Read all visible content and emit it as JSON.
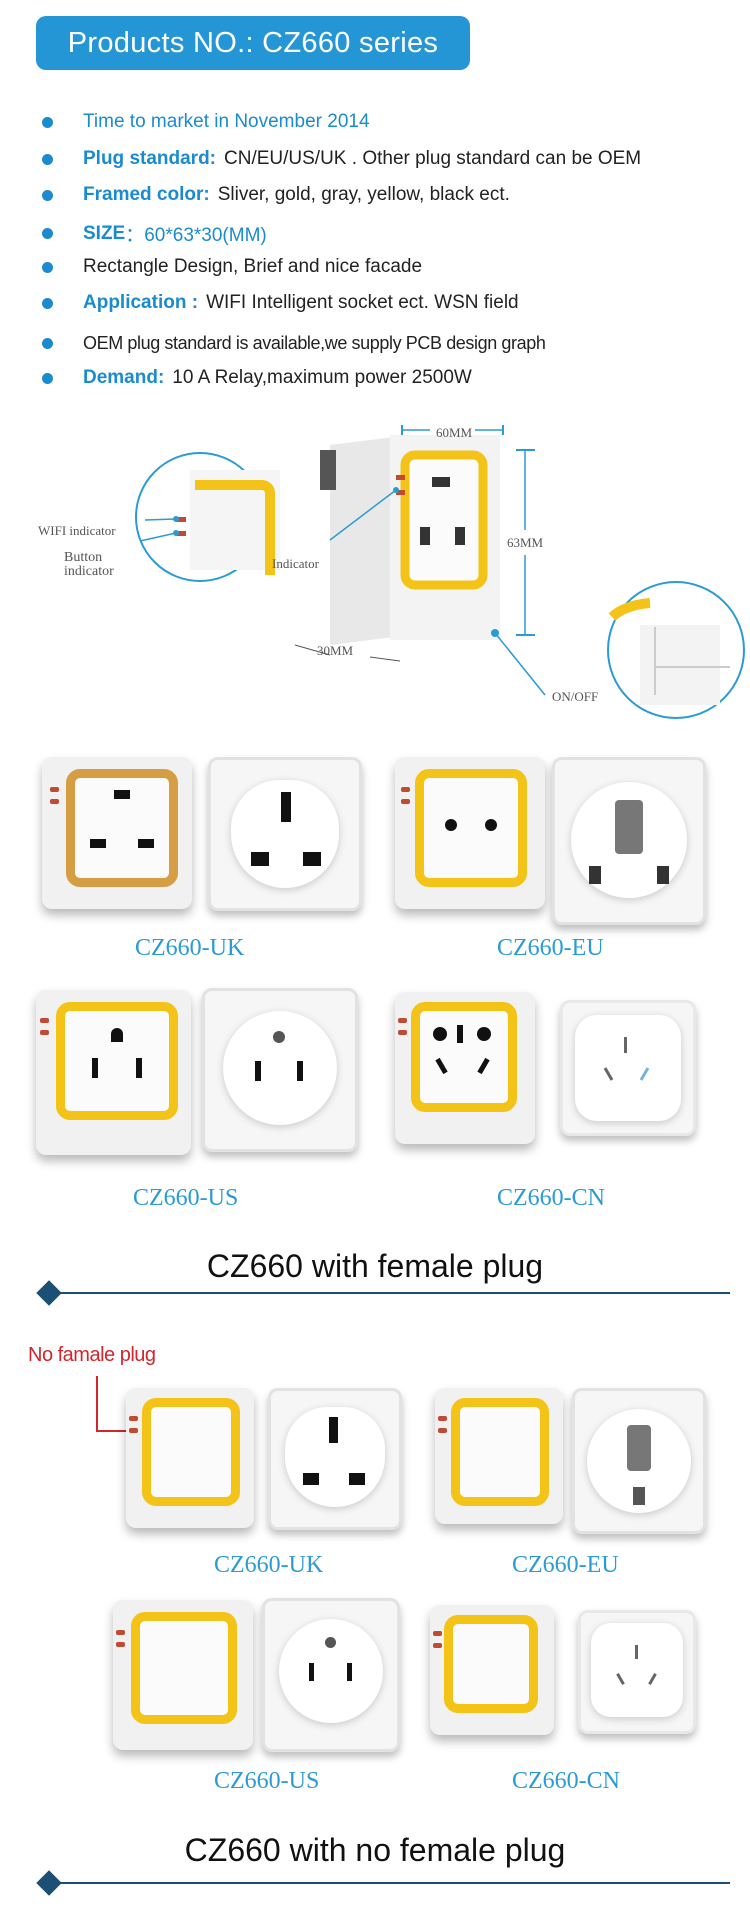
{
  "header": {
    "title": "Products NO.: CZ660 series"
  },
  "features": [
    {
      "key": "",
      "text": "Time to market in November 2014",
      "key_color": "#1b8bd0"
    },
    {
      "key": "Plug standard:",
      "text": "CN/EU/US/UK . Other plug standard can be OEM"
    },
    {
      "key": "Framed color:",
      "text": "Sliver, gold, gray, yellow, black ect."
    },
    {
      "key": "SIZE",
      "text": "：60*63*30(MM)"
    },
    {
      "key": "",
      "text": "Rectangle Design, Brief and nice facade"
    },
    {
      "key": "Application :",
      "text": "WIFI Intelligent socket ect. WSN field"
    },
    {
      "key": "",
      "text": "OEM plug standard is available,we supply PCB design graph"
    },
    {
      "key": "Demand:",
      "text": "10 A Relay,maximum power 2500W"
    }
  ],
  "diagram": {
    "wifi_indicator": "WIFI indicator",
    "button_indicator_1": "Button",
    "button_indicator_2": "indicator",
    "indicator": "Indicator",
    "dim_60": "60MM",
    "dim_63": "63MM",
    "dim_30": "30MM",
    "onoff": "ON/OFF"
  },
  "female_section": {
    "captions": [
      "CZ660-UK",
      "CZ660-EU",
      "CZ660-US",
      "CZ660-CN"
    ],
    "heading": "CZ660 with female plug"
  },
  "nofemale_section": {
    "callout": "No famale plug",
    "captions": [
      "CZ660-UK",
      "CZ660-EU",
      "CZ660-US",
      "CZ660-CN"
    ],
    "heading": "CZ660 with no female plug"
  },
  "colors": {
    "accent": "#2496d6",
    "frame": "#f3c417",
    "rule": "#1b4f73",
    "callout": "#d0262c"
  }
}
